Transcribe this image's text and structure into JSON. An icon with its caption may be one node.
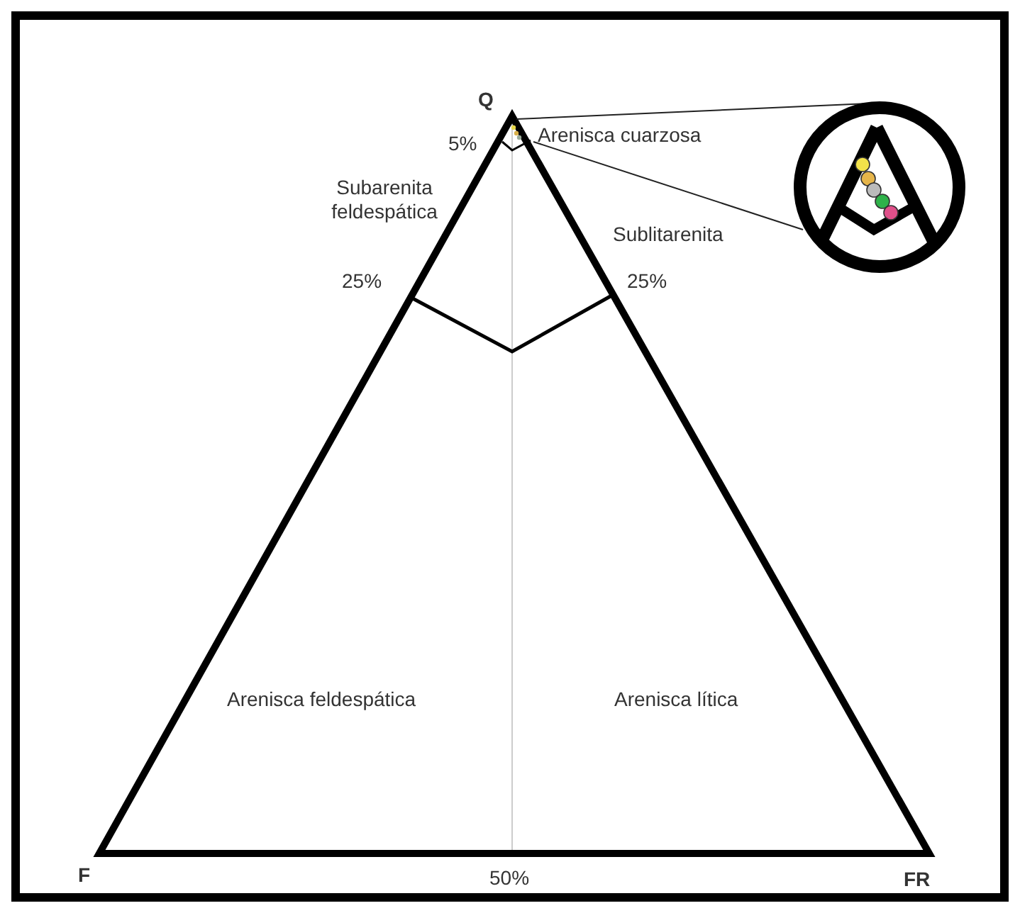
{
  "diagram": {
    "nodes": [
      {
        "text": [],
        "shape": "triangle"
      },
      {
        "text": [],
        "shape": "picture"
      }
    ],
    "edges": [
      {
        "from": 0,
        "to": 1,
        "arrow": "none"
      },
      {
        "from": 0,
        "to": 1,
        "arrow": "none"
      }
    ],
    "labels": [
      "Q",
      "5%",
      "Arenisca cuarzosa",
      "Subarenita feldespática",
      "Sublitarenita",
      "25%",
      "25%",
      "Arenisca feldespática",
      "Arenisca lítica",
      "F",
      "50%",
      "FR"
    ]
  }
}
